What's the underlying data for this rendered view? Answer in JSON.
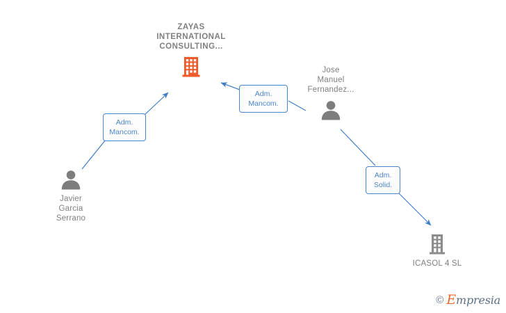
{
  "diagram": {
    "type": "organizational-relationship-graph",
    "background_color": "#ffffff",
    "accent_blue": "#4a86c8",
    "company_orange": "#f15a29",
    "node_gray": "#808080",
    "icon_gray": "#7d7d7d"
  },
  "nodes": [
    {
      "id": "zayas",
      "label": "ZAYAS\nINTERNATIONAL\nCONSULTING...",
      "kind": "company",
      "icon": "building-icon",
      "icon_color": "#f15a29",
      "label_position": "above"
    },
    {
      "id": "javier",
      "label": "Javier\nGarcia\nSerrano",
      "kind": "person",
      "icon": "person-icon",
      "icon_color": "#7d7d7d",
      "label_position": "below"
    },
    {
      "id": "jose",
      "label": "Jose\nManuel\nFernandez...",
      "kind": "person",
      "icon": "person-icon",
      "icon_color": "#7d7d7d",
      "label_position": "above"
    },
    {
      "id": "icasol",
      "label": "ICASOL 4 SL",
      "kind": "company",
      "icon": "building-icon",
      "icon_color": "#8c8c8c",
      "label_position": "below"
    }
  ],
  "edges": [
    {
      "id": "edge-javier-zayas",
      "from": "javier",
      "to": "zayas",
      "label": "Adm.\nMancom.",
      "color": "#4a86c8"
    },
    {
      "id": "edge-jose-zayas",
      "from": "jose",
      "to": "zayas",
      "label": "Adm.\nMancom.",
      "color": "#4a86c8"
    },
    {
      "id": "edge-jose-icasol",
      "from": "jose",
      "to": "icasol",
      "label": "Adm.\nSolid.",
      "color": "#4a86c8"
    }
  ],
  "watermark": {
    "copyright_symbol": "©",
    "brand_first_letter": "E",
    "brand_rest": "mpresia"
  }
}
